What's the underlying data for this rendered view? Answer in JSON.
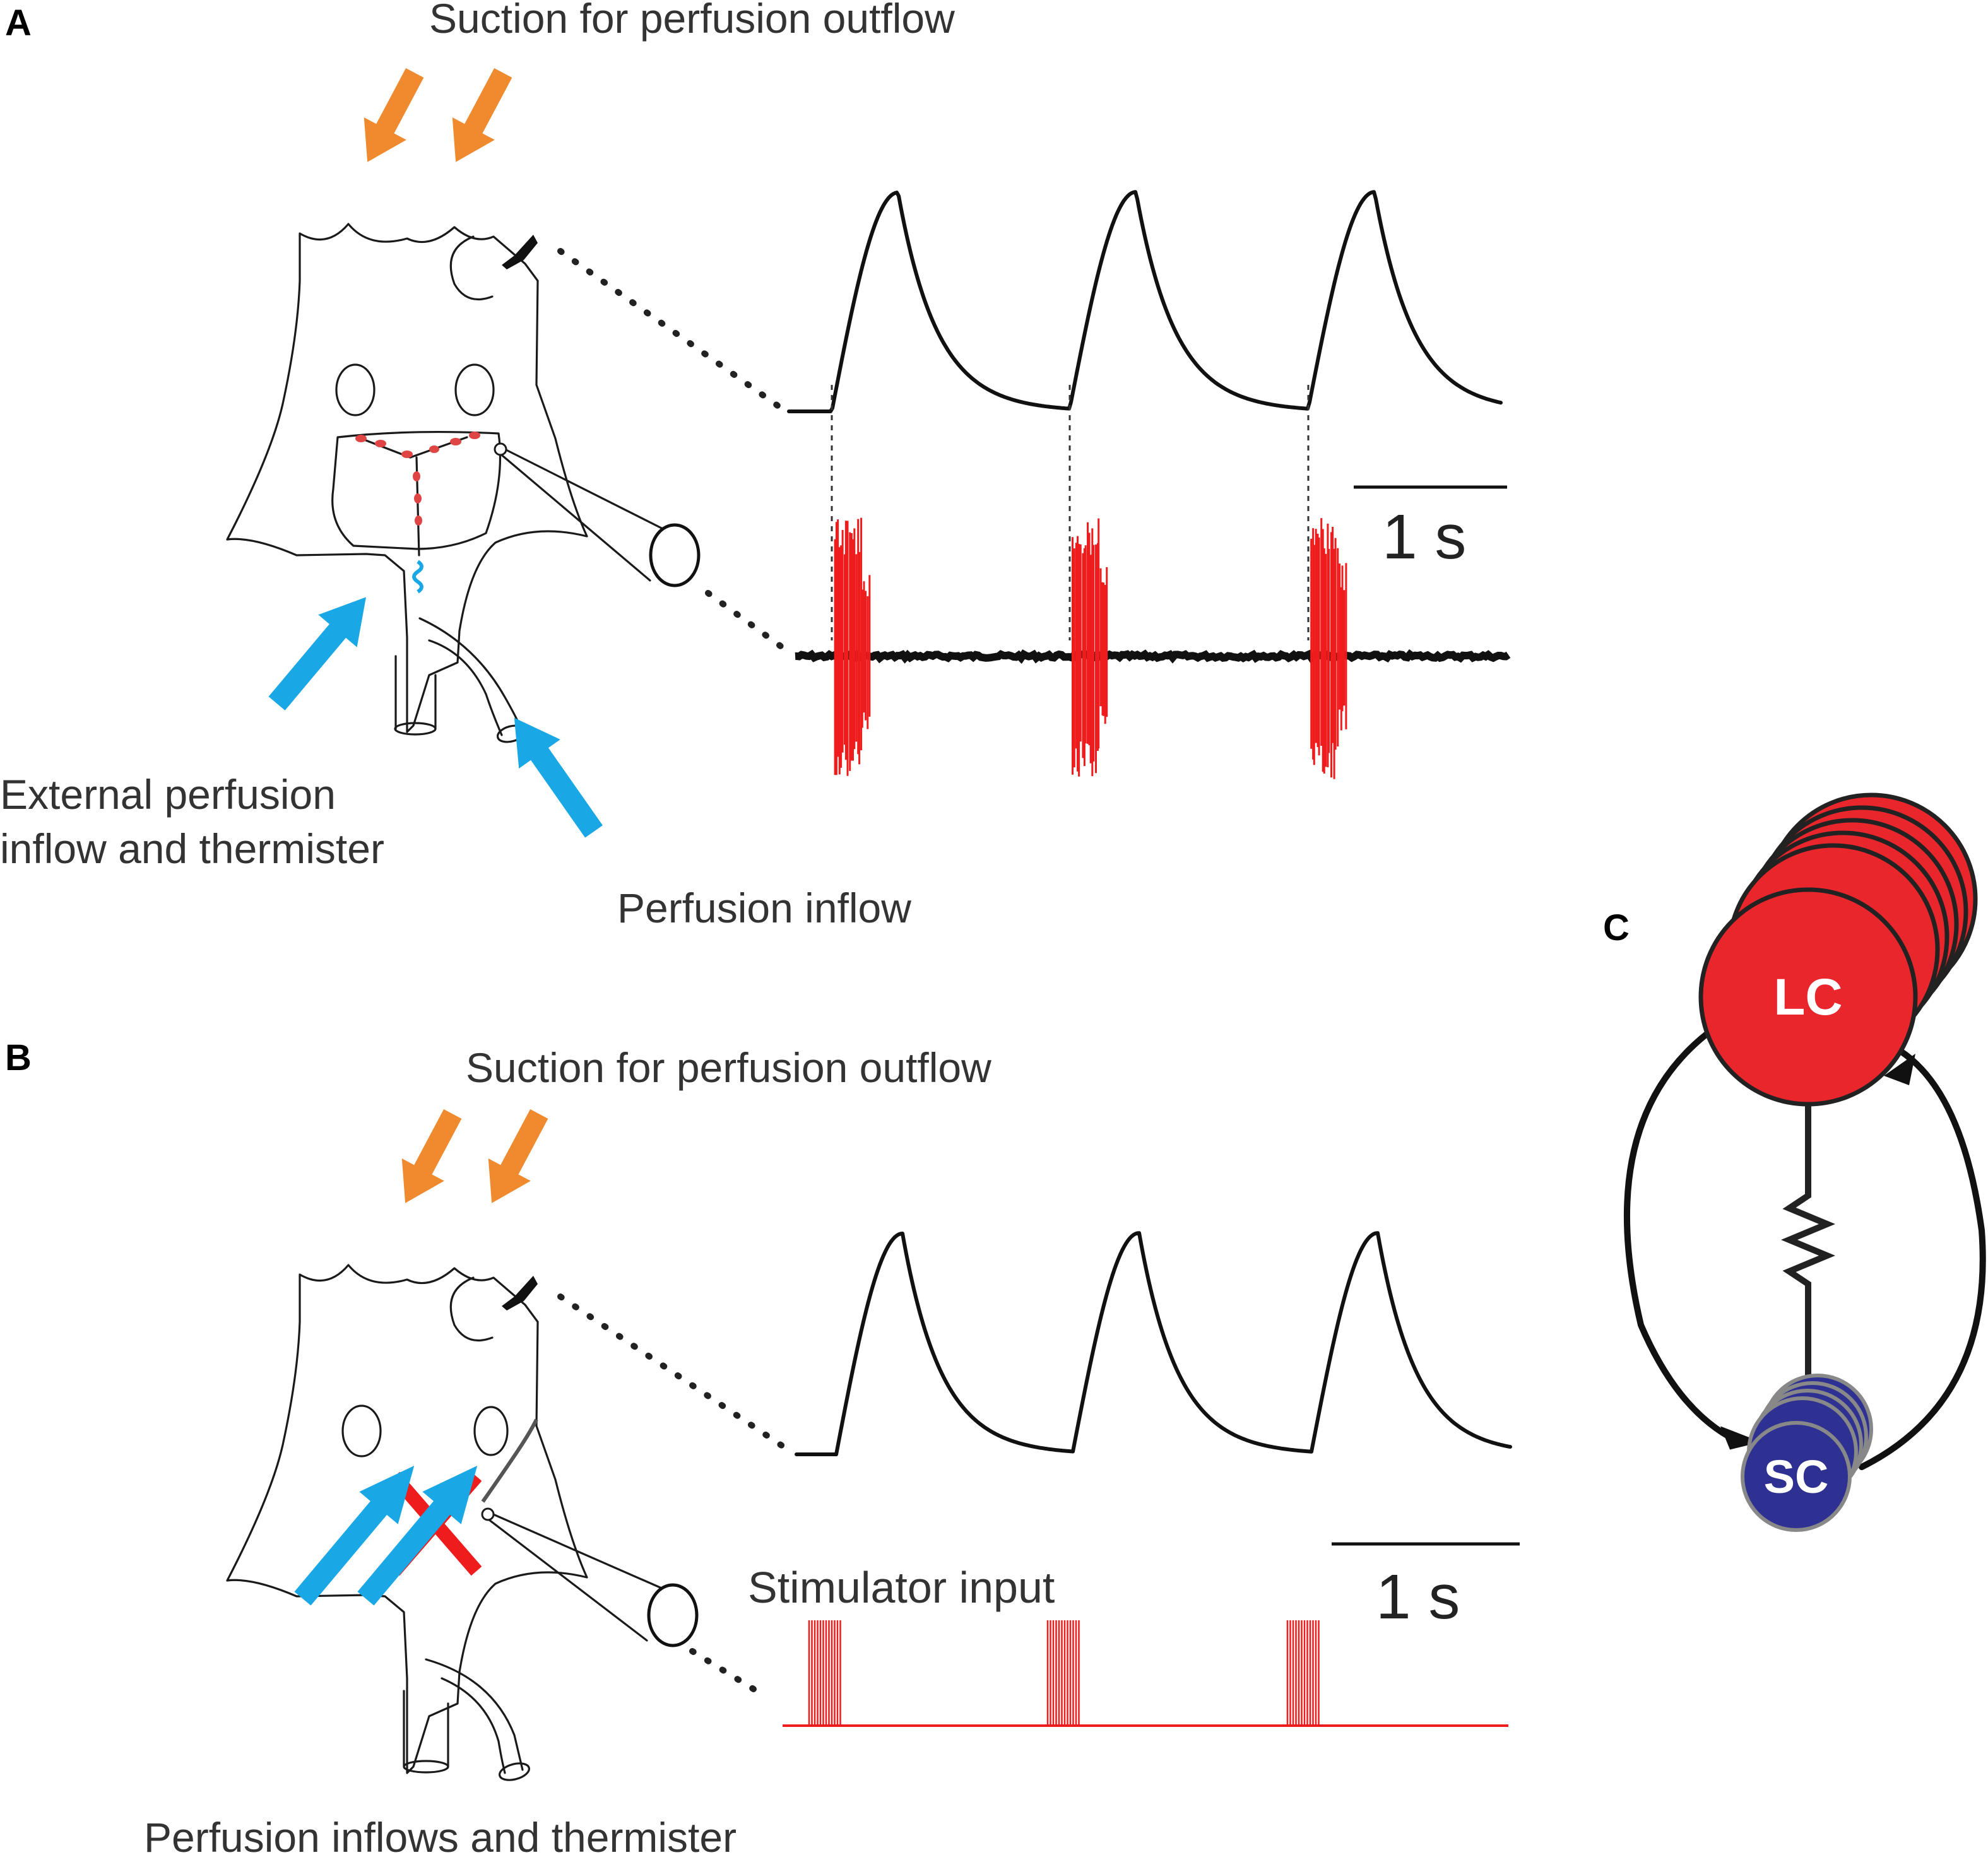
{
  "colors": {
    "outflow_arrow": "#f08a2e",
    "inflow_arrow": "#1aa7e6",
    "burst_red": "#ee1c1c",
    "lc_fill": "#e8262b",
    "sc_fill": "#2e3192",
    "trace_black": "#111111"
  },
  "panel_a": {
    "letter": "A",
    "outflow_label": "Suction for perfusion outflow",
    "external_inflow_label_line1": "External perfusion",
    "external_inflow_label_line2": "inflow and thermister",
    "inflow_label": "Perfusion inflow",
    "scale_label": "1 s",
    "burst_count": 3
  },
  "panel_b": {
    "letter": "B",
    "outflow_label": "Suction for perfusion outflow",
    "stimulator_label": "Stimulator input",
    "inflows_label": "Perfusion inflows and thermister",
    "scale_label": "1 s",
    "burst_count": 3
  },
  "panel_c": {
    "letter": "C",
    "lc_label": "LC",
    "sc_label": "SC"
  }
}
